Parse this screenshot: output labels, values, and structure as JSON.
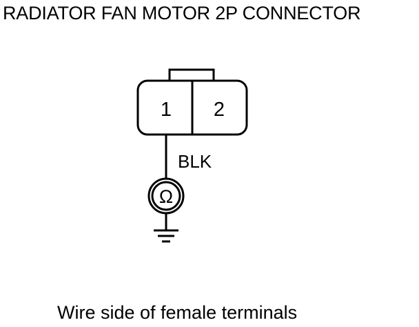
{
  "title": "RADIATOR FAN MOTOR 2P CONNECTOR",
  "connector": {
    "terminals": [
      "1",
      "2"
    ]
  },
  "wire": {
    "color_label": "BLK"
  },
  "meter": {
    "symbol": "Ω",
    "icon": "ohmmeter-icon"
  },
  "ground": {
    "icon": "ground-icon"
  },
  "caption": "Wire side of female terminals",
  "colors": {
    "line": "#000000",
    "background": "#ffffff"
  }
}
